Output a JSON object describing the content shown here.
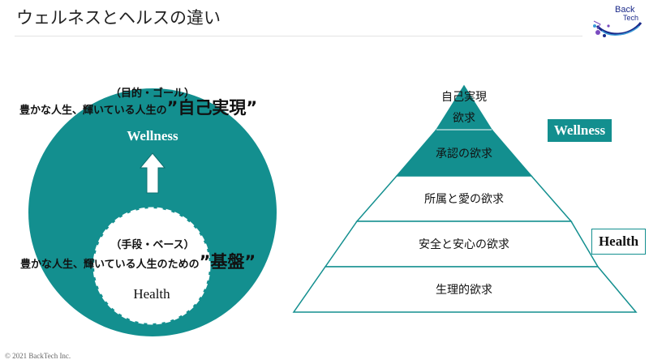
{
  "header": {
    "title": "ウェルネスとヘルスの違い",
    "logo_word_1": "Back",
    "logo_word_2": "Tech"
  },
  "circle": {
    "goal_label": "（目的・ゴール）",
    "goal_line": "豊かな人生、輝いている人生の",
    "goal_emphasis": "”自己実現”",
    "wellness": "Wellness",
    "base_label": "（手段・ベース）",
    "base_line": "豊かな人生、輝いている人生のための",
    "base_emphasis": "”基盤”",
    "health": "Health"
  },
  "pyramid": {
    "tiers": [
      {
        "label_top": "自己実現",
        "label": "欲求"
      },
      {
        "label": "承認の欲求"
      },
      {
        "label": "所属と愛の欲求"
      },
      {
        "label": "安全と安心の欲求"
      },
      {
        "label": "生理的欲求"
      }
    ],
    "wellness_tag": "Wellness",
    "health_tag": "Health"
  },
  "colors": {
    "teal": "#138f8f",
    "white": "#ffffff"
  },
  "footer": {
    "copyright": "© 2021 BackTech Inc."
  }
}
